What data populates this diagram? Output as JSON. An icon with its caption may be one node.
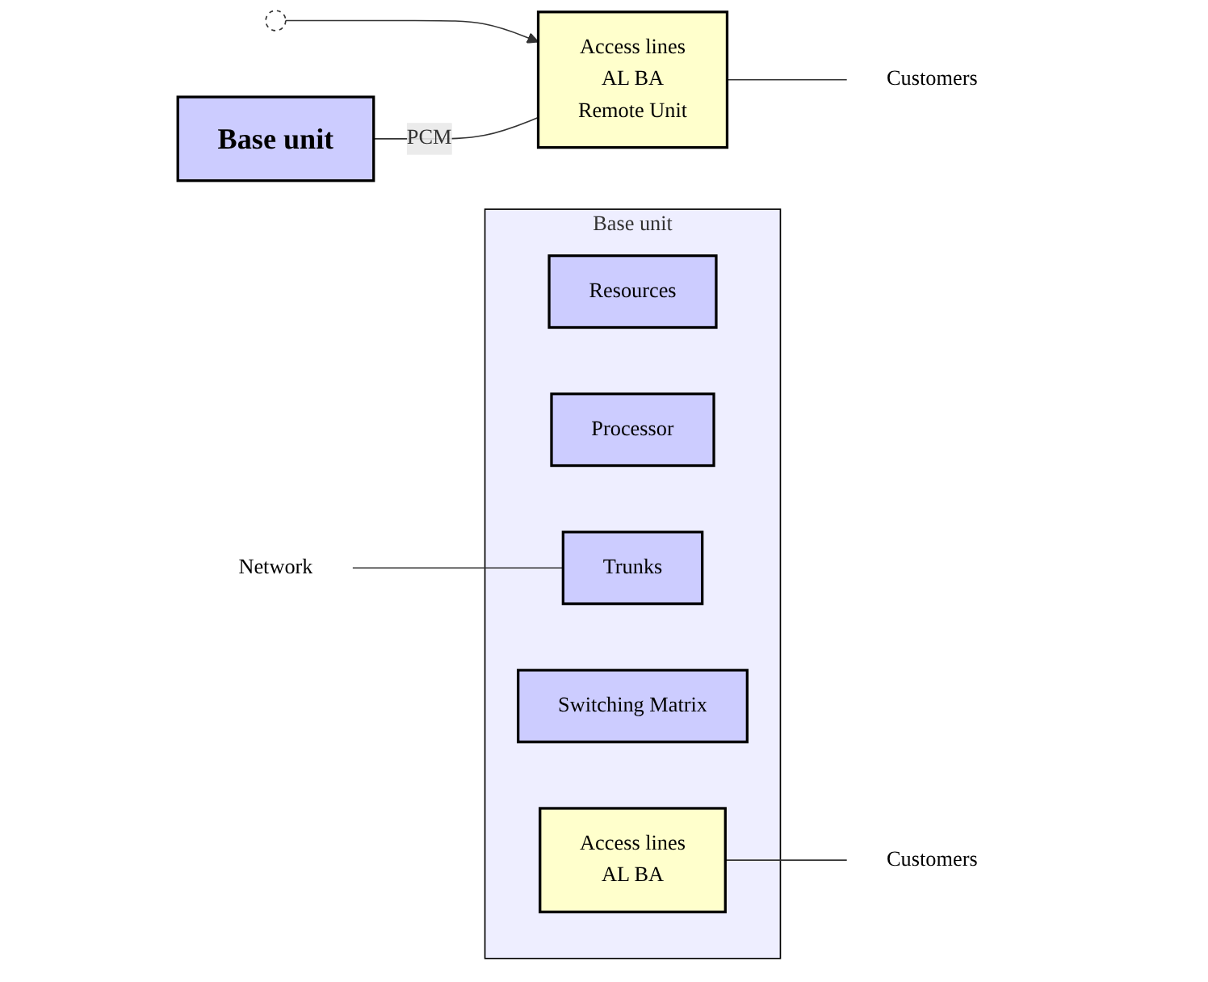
{
  "diagram": {
    "nodes": [
      {
        "text": [
          "Base unit"
        ]
      },
      {
        "text": [
          "Resources"
        ],
        "in": 0
      },
      {
        "text": [
          "Processor"
        ],
        "in": 0
      },
      {
        "text": [
          "Trunks"
        ],
        "in": 0
      },
      {
        "text": [
          "Switching Matrix"
        ],
        "in": 0
      },
      {
        "text": [
          "Access lines",
          "AL BA"
        ],
        "in": 0
      },
      {
        "text": [],
        "shape": "circle"
      },
      {
        "text": [
          "Network"
        ]
      },
      {
        "text": [
          "Customers"
        ]
      },
      {
        "text": [
          "Base unit"
        ]
      },
      {
        "text": [
          "Access lines",
          "AL BA",
          "Remote Unit"
        ]
      },
      {
        "text": [
          "Customers"
        ]
      }
    ],
    "edges": [
      {
        "from": 7,
        "to": 3,
        "arrow": "none"
      },
      {
        "from": 5,
        "to": 8,
        "arrow": "none"
      },
      {
        "from": 6,
        "to": 10,
        "arrow": "to"
      },
      {
        "from": 9,
        "to": 10,
        "label": "PCM",
        "arrow": "none"
      },
      {
        "from": 10,
        "to": 11,
        "arrow": "none"
      }
    ]
  }
}
